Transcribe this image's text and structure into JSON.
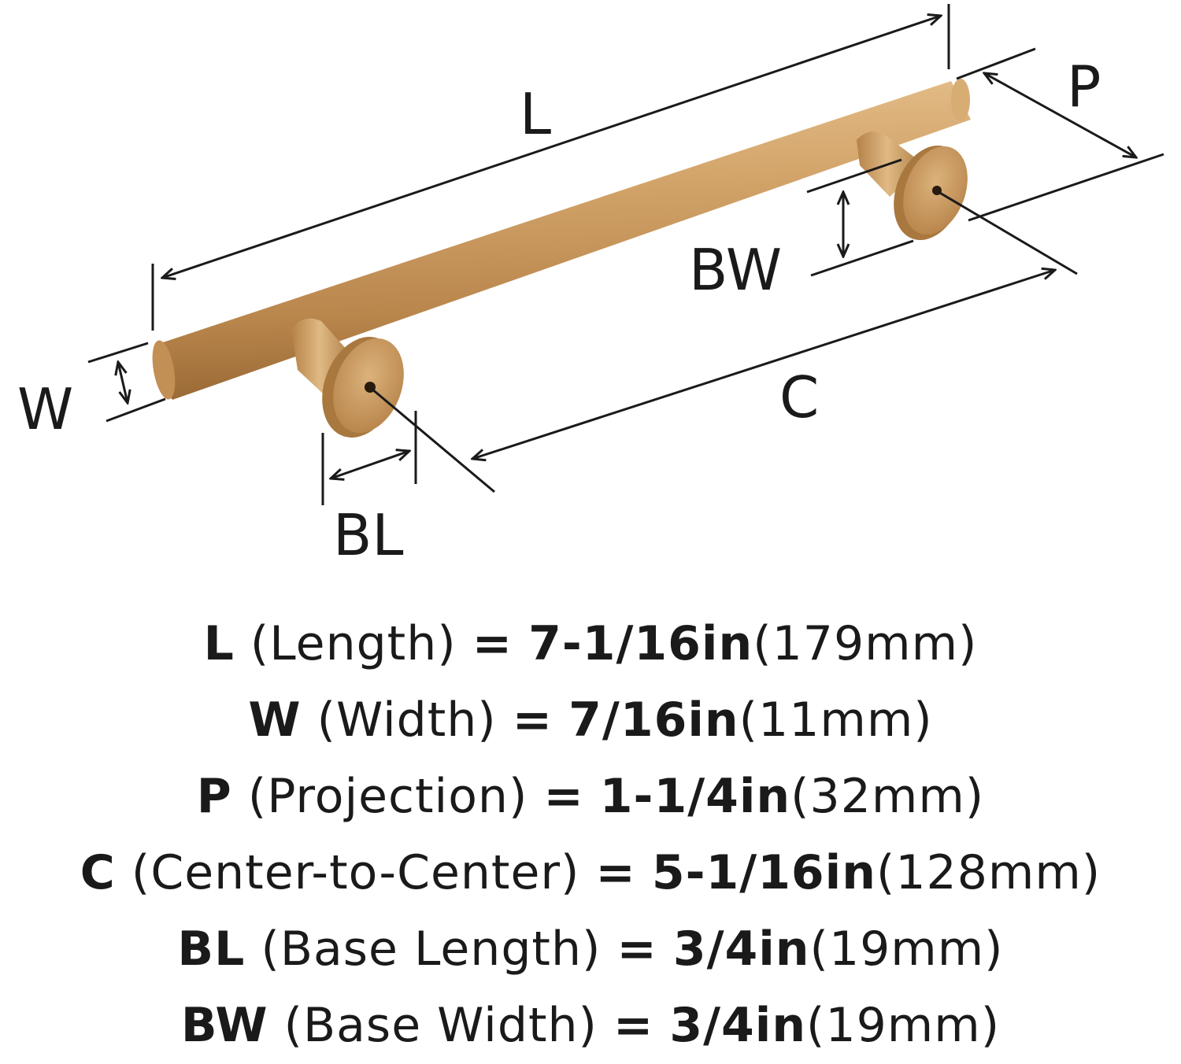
{
  "diagram": {
    "labels": {
      "length": "L",
      "projection": "P",
      "base_width": "BW",
      "width": "W",
      "center_to_center": "C",
      "base_length": "BL"
    },
    "colors": {
      "finish": "#c9965c",
      "finish_light": "#e3bd88",
      "finish_dark": "#9e6f3b",
      "lines": "#1a1a1a"
    }
  },
  "specs": [
    {
      "abbr": "L",
      "name": "(Length)",
      "eq": "=",
      "imperial": "7-1/16in",
      "metric": "(179mm)"
    },
    {
      "abbr": "W",
      "name": "(Width)",
      "eq": "=",
      "imperial": "7/16in",
      "metric": "(11mm)"
    },
    {
      "abbr": "P",
      "name": "(Projection)",
      "eq": "=",
      "imperial": "1-1/4in",
      "metric": "(32mm)"
    },
    {
      "abbr": "C",
      "name": "(Center-to-Center)",
      "eq": "=",
      "imperial": "5-1/16in",
      "metric": "(128mm)"
    },
    {
      "abbr": "BL",
      "name": "(Base Length)",
      "eq": "=",
      "imperial": "3/4in",
      "metric": "(19mm)"
    },
    {
      "abbr": "BW",
      "name": "(Base Width)",
      "eq": "=",
      "imperial": "3/4in",
      "metric": "(19mm)"
    }
  ]
}
